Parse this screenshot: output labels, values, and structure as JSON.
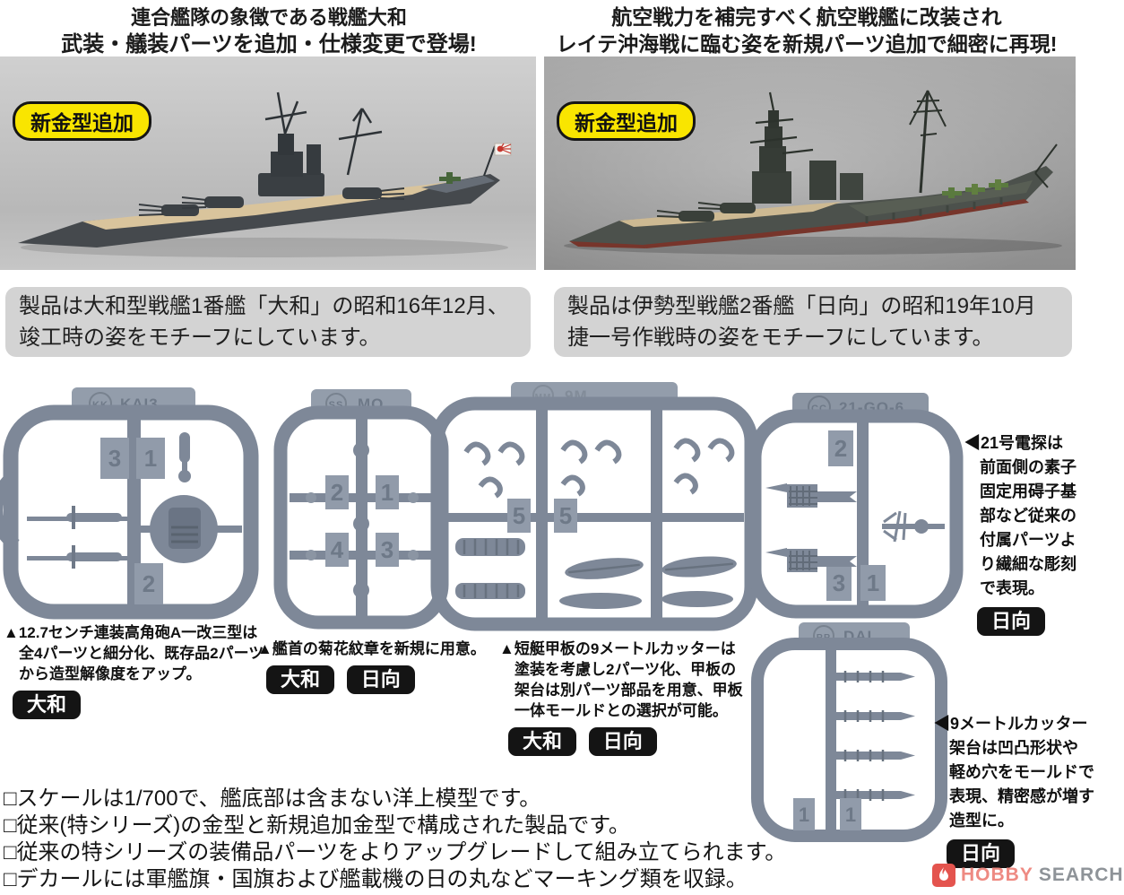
{
  "left_panel": {
    "headline1": "連合艦隊の象徴である戦艦大和",
    "headline2": "武装・艤装パーツを追加・仕様変更で登場!",
    "photo_badge": "新金型追加",
    "desc1": "製品は大和型戦艦1番艦「大和」の昭和16年12月、",
    "desc2": "竣工時の姿をモチーフにしています。"
  },
  "right_panel": {
    "headline1": "航空戦力を補完すべく航空戦艦に改装され",
    "headline2": "レイテ沖海戦に臨む姿を新規パーツ追加で細密に再現!",
    "photo_badge": "新金型追加",
    "desc1": "製品は伊勢型戦艦2番艦「日向」の昭和19年10月",
    "desc2": "捷一号作戦時の姿をモチーフにしています。"
  },
  "ship_labels": {
    "yamato": "大和",
    "hyuga": "日向"
  },
  "sprues": {
    "kai3": {
      "circle": "KK",
      "code": "KAI3",
      "n1": "3",
      "n2": "1",
      "n3": "2"
    },
    "mo": {
      "circle": "SS",
      "code": "MO",
      "n1": "2",
      "n2": "4",
      "n3": "1",
      "n4": "3"
    },
    "cutter": {
      "circle": "MM",
      "code": "9M",
      "n1": "5",
      "n2": "5"
    },
    "radar": {
      "circle": "CC",
      "code": "21-GO-6",
      "n1": "2",
      "n2": "3",
      "n3": "1"
    },
    "dai": {
      "circle": "RR",
      "code": "DAI",
      "n1": "1",
      "n2": "1"
    }
  },
  "annotations": {
    "hoangle": {
      "l1": "▲12.7センチ連装高角砲A一改三型は",
      "l2": "全4パーツと細分化、既存品2パーツ",
      "l3": "から造型解像度をアップ。"
    },
    "crest": {
      "l1": "▲艦首の菊花紋章を新規に用意。"
    },
    "cutter": {
      "l1": "▲短艇甲板の9メートルカッターは",
      "l2": "塗装を考慮し2パーツ化、甲板の",
      "l3": "架台は別パーツ部品を用意、甲板",
      "l4": "一体モールドとの選択が可能。"
    },
    "radar": {
      "l1": "◀21号電探は",
      "l2": "前面側の素子",
      "l3": "固定用碍子基",
      "l4": "部など従来の",
      "l5": "付属パーツよ",
      "l6": "り繊細な彫刻",
      "l7": "で表現。"
    },
    "cradle": {
      "l1": "◀9メートルカッター",
      "l2": "架台は凹凸形状や",
      "l3": "軽め穴をモールドで",
      "l4": "表現、精密感が増す",
      "l5": "造型に。"
    }
  },
  "notes": [
    "□スケールは1/700で、艦底部は含まない洋上模型です。",
    "□従来(特シリーズ)の金型と新規追加金型で構成された製品です。",
    "□従来の特シリーズの装備品パーツをよりアップグレードして組み立てられます。",
    "□デカールには軍艦旗・国旗および艦載機の日の丸などマーキング類を収録。"
  ],
  "logo": {
    "hobby": "HOBBY",
    "search": "SEARCH"
  },
  "colors": {
    "badge_yellow": "#f9e500",
    "label_black": "#141414",
    "sprue_gray": "#7e8898",
    "desc_bg": "#d3d3d3"
  }
}
